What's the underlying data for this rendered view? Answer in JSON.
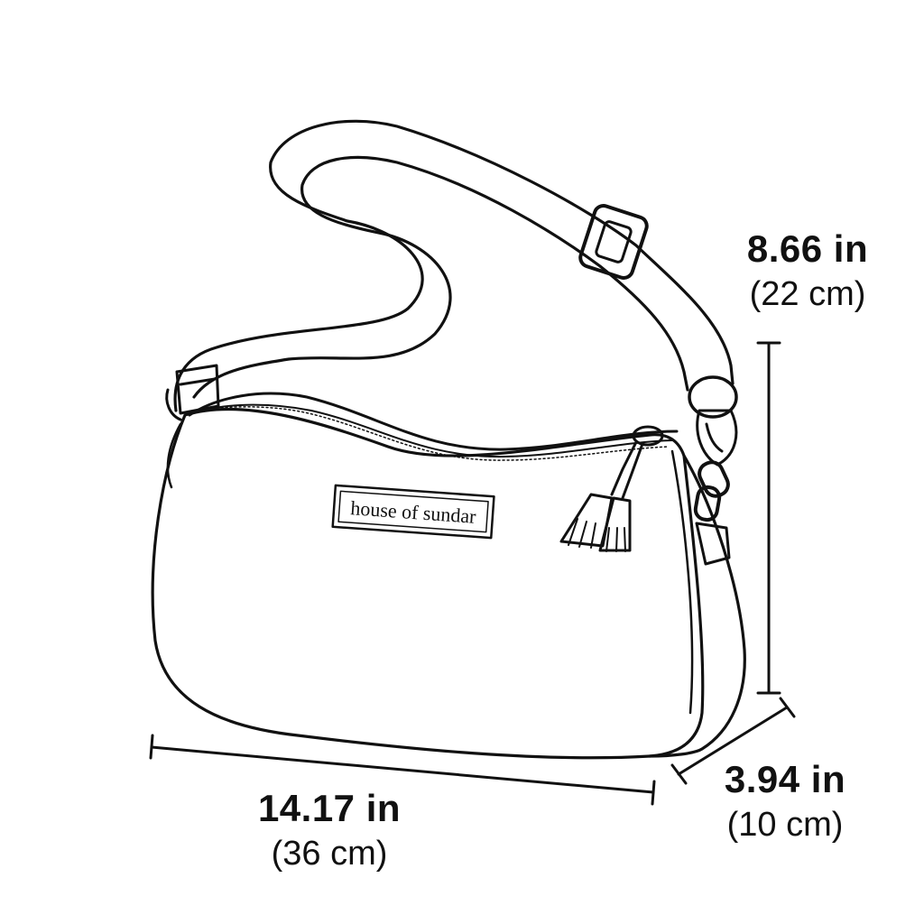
{
  "brand_label": "house of sundar",
  "dimensions": {
    "height": {
      "imperial": "8.66 in",
      "metric": "(22 cm)"
    },
    "depth": {
      "imperial": "3.94 in",
      "metric": "(10 cm)"
    },
    "width": {
      "imperial": "14.17 in",
      "metric": "(36 cm)"
    }
  },
  "colors": {
    "stroke": "#111111",
    "background": "#ffffff"
  }
}
